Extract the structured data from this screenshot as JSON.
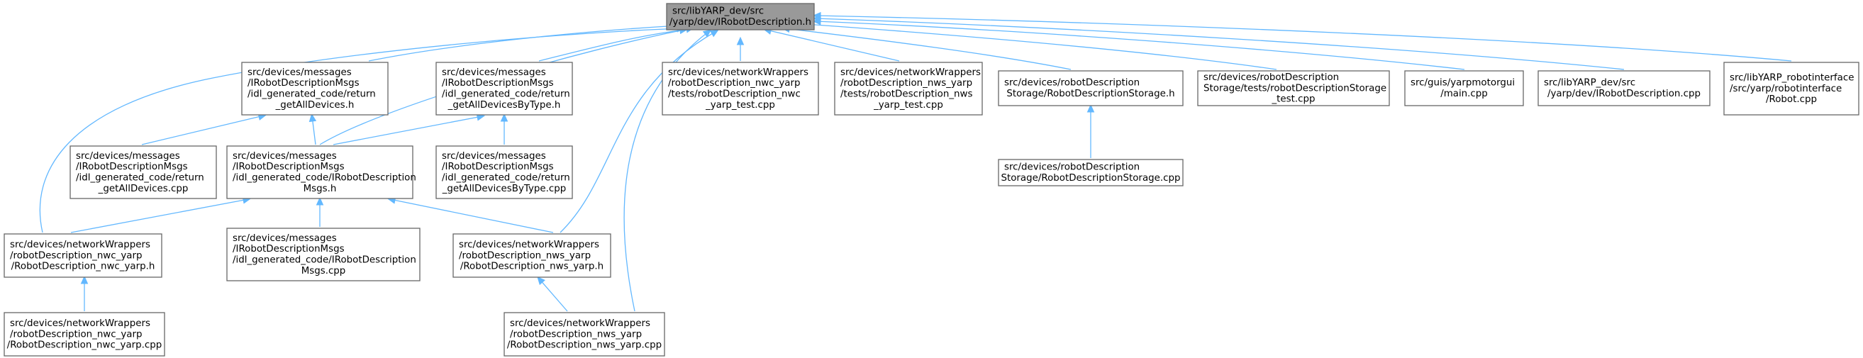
{
  "colors": {
    "root_fill": "#999999",
    "node_border": "#666666",
    "edge": "#63b8ff",
    "background": "#ffffff"
  },
  "nodes": {
    "root": [
      "src/libYARP_dev/src",
      "/yarp/dev/IRobotDescription.h"
    ],
    "ret_all_h": [
      "src/devices/messages",
      "/IRobotDescriptionMsgs",
      "/idl_generated_code/return",
      "_getAllDevices.h"
    ],
    "ret_type_h": [
      "src/devices/messages",
      "/IRobotDescriptionMsgs",
      "/idl_generated_code/return",
      "_getAllDevicesByType.h"
    ],
    "nwc_test": [
      "src/devices/networkWrappers",
      "/robotDescription_nwc_yarp",
      "/tests/robotDescription_nwc",
      "_yarp_test.cpp"
    ],
    "nws_test": [
      "src/devices/networkWrappers",
      "/robotDescription_nws_yarp",
      "/tests/robotDescription_nws",
      "_yarp_test.cpp"
    ],
    "storage_h": [
      "src/devices/robotDescription",
      "Storage/RobotDescriptionStorage.h"
    ],
    "storage_test": [
      "src/devices/robotDescription",
      "Storage/tests/robotDescriptionStorage",
      "_test.cpp"
    ],
    "motorgui": [
      "src/guis/yarpmotorgui",
      "/main.cpp"
    ],
    "irobot_cpp": [
      "src/libYARP_dev/src",
      "/yarp/dev/IRobotDescription.cpp"
    ],
    "robot_cpp": [
      "src/libYARP_robotinterface",
      "/src/yarp/robotinterface",
      "/Robot.cpp"
    ],
    "ret_all_cpp": [
      "src/devices/messages",
      "/IRobotDescriptionMsgs",
      "/idl_generated_code/return",
      "_getAllDevices.cpp"
    ],
    "msgs_h": [
      "src/devices/messages",
      "/IRobotDescriptionMsgs",
      "/idl_generated_code/IRobotDescription",
      "Msgs.h"
    ],
    "ret_type_cpp": [
      "src/devices/messages",
      "/IRobotDescriptionMsgs",
      "/idl_generated_code/return",
      "_getAllDevicesByType.cpp"
    ],
    "storage_cpp": [
      "src/devices/robotDescription",
      "Storage/RobotDescriptionStorage.cpp"
    ],
    "nwc_h": [
      "src/devices/networkWrappers",
      "/robotDescription_nwc_yarp",
      "/RobotDescription_nwc_yarp.h"
    ],
    "msgs_cpp": [
      "src/devices/messages",
      "/IRobotDescriptionMsgs",
      "/idl_generated_code/IRobotDescription",
      "Msgs.cpp"
    ],
    "nws_h": [
      "src/devices/networkWrappers",
      "/robotDescription_nws_yarp",
      "/RobotDescription_nws_yarp.h"
    ],
    "nwc_cpp": [
      "src/devices/networkWrappers",
      "/robotDescription_nwc_yarp",
      "/RobotDescription_nwc_yarp.cpp"
    ],
    "nws_cpp": [
      "src/devices/networkWrappers",
      "/robotDescription_nws_yarp",
      "/RobotDescription_nws_yarp.cpp"
    ]
  },
  "edges": [
    [
      "ret_all_h",
      "root"
    ],
    [
      "ret_type_h",
      "root"
    ],
    [
      "nwc_test",
      "root"
    ],
    [
      "nws_test",
      "root"
    ],
    [
      "storage_h",
      "root"
    ],
    [
      "storage_test",
      "root"
    ],
    [
      "motorgui",
      "root"
    ],
    [
      "irobot_cpp",
      "root"
    ],
    [
      "robot_cpp",
      "root"
    ],
    [
      "msgs_h",
      "root"
    ],
    [
      "nwc_h",
      "root"
    ],
    [
      "nws_h",
      "root"
    ],
    [
      "nws_cpp",
      "root"
    ],
    [
      "ret_all_cpp",
      "ret_all_h"
    ],
    [
      "msgs_h",
      "ret_all_h"
    ],
    [
      "msgs_h",
      "ret_type_h"
    ],
    [
      "ret_type_cpp",
      "ret_type_h"
    ],
    [
      "storage_cpp",
      "storage_h"
    ],
    [
      "nwc_h",
      "msgs_h"
    ],
    [
      "msgs_cpp",
      "msgs_h"
    ],
    [
      "nws_h",
      "msgs_h"
    ],
    [
      "nwc_cpp",
      "nwc_h"
    ],
    [
      "nws_cpp",
      "nws_h"
    ]
  ]
}
